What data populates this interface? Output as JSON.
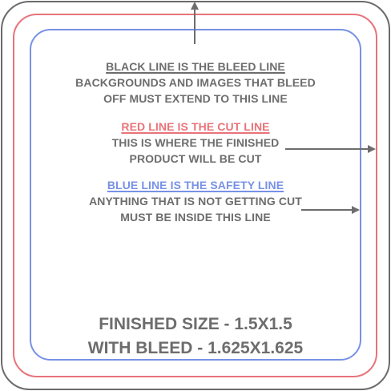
{
  "bleed": {
    "heading": "BLACK LINE IS THE BLEED LINE",
    "line1": "BACKGROUNDS AND IMAGES THAT BLEED",
    "line2": "OFF MUST EXTEND TO THIS LINE",
    "color": "#6d6d6d"
  },
  "cut": {
    "heading": "RED LINE IS THE CUT LINE",
    "line1": "THIS IS WHERE THE FINISHED",
    "line2": "PRODUCT WILL BE CUT",
    "color": "#e8737a"
  },
  "safety": {
    "heading": "BLUE LINE IS THE SAFETY LINE",
    "line1": "ANYTHING THAT IS NOT GETTING CUT",
    "line2": "MUST BE INSIDE THIS LINE",
    "color": "#7891e6"
  },
  "size": {
    "finished": "FINISHED SIZE - 1.5X1.5",
    "with_bleed": "WITH BLEED - 1.625X1.625"
  },
  "arrows": [
    "arrow-up-to-bleed-line",
    "arrow-right-to-cut-line",
    "arrow-right-to-safety-line"
  ]
}
